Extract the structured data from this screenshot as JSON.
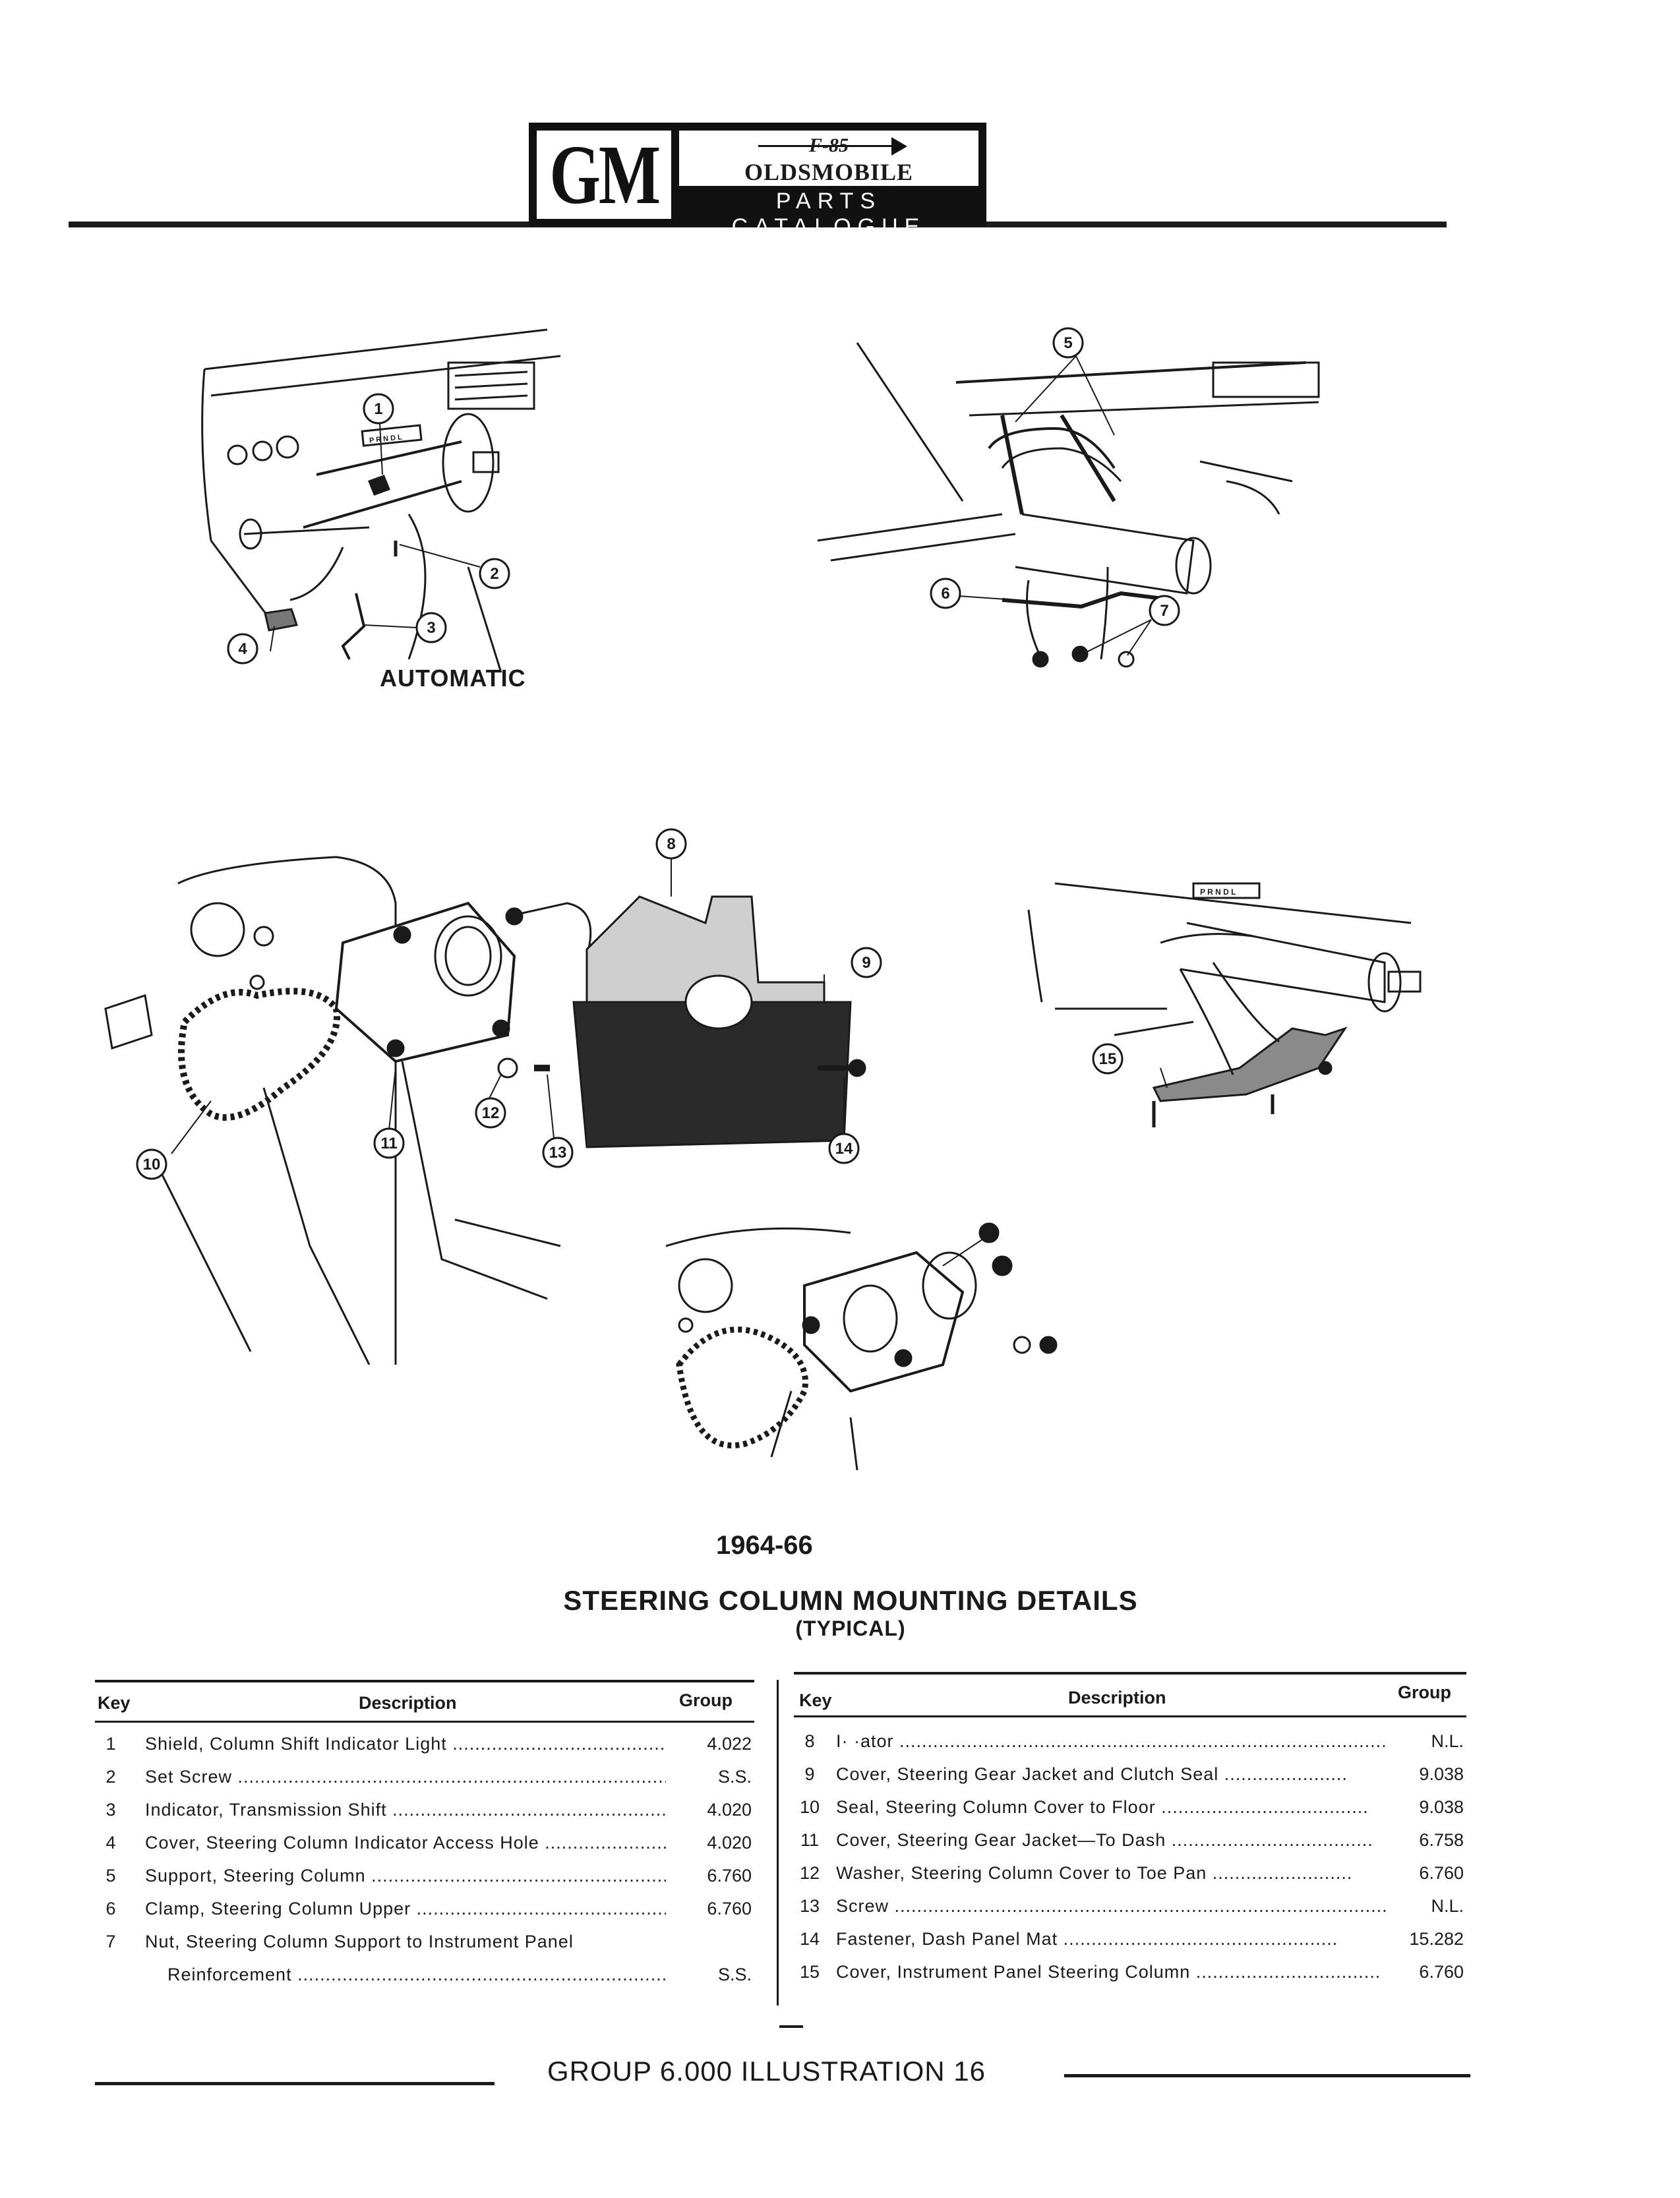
{
  "header": {
    "logo_gm": "GM",
    "logo_model": "F-85",
    "logo_make": "OLDSMOBILE",
    "logo_catalogue": "PARTS CATALOGUE"
  },
  "figures": {
    "automatic_label": "AUTOMATIC",
    "shift_indicator_text": "P R N D L",
    "callouts": [
      "1",
      "2",
      "3",
      "4",
      "5",
      "6",
      "7",
      "8",
      "9",
      "10",
      "11",
      "12",
      "13",
      "14",
      "15"
    ]
  },
  "title": {
    "years": "1964-66",
    "main": "STEERING COLUMN MOUNTING DETAILS",
    "sub": "(TYPICAL)"
  },
  "table_headers": {
    "key": "Key",
    "description": "Description",
    "group": "Group"
  },
  "table_left": [
    {
      "key": "1",
      "desc": "Shield, Column Shift Indicator Light",
      "group": "4.022"
    },
    {
      "key": "2",
      "desc": "Set Screw",
      "group": "S.S."
    },
    {
      "key": "3",
      "desc": "Indicator, Transmission Shift",
      "group": "4.020"
    },
    {
      "key": "4",
      "desc": "Cover, Steering Column Indicator Access Hole",
      "group": "4.020"
    },
    {
      "key": "5",
      "desc": "Support, Steering Column",
      "group": "6.760"
    },
    {
      "key": "6",
      "desc": "Clamp, Steering Column Upper",
      "group": "6.760"
    },
    {
      "key": "7",
      "desc": "Nut, Steering Column Support to Instrument Panel",
      "group": ""
    },
    {
      "key": "",
      "desc": "Reinforcement",
      "group": "S.S."
    }
  ],
  "table_right": [
    {
      "key": "8",
      "desc": "I· ·ator",
      "group": "N.L."
    },
    {
      "key": "9",
      "desc": "Cover, Steering Gear Jacket and Clutch Seal",
      "group": "9.038"
    },
    {
      "key": "10",
      "desc": "Seal, Steering Column Cover to Floor",
      "group": "9.038"
    },
    {
      "key": "11",
      "desc": "Cover, Steering Gear Jacket—To Dash",
      "group": "6.758"
    },
    {
      "key": "12",
      "desc": "Washer, Steering Column Cover to Toe Pan",
      "group": "6.760"
    },
    {
      "key": "13",
      "desc": "Screw",
      "group": "N.L."
    },
    {
      "key": "14",
      "desc": "Fastener, Dash Panel Mat",
      "group": "15.282"
    },
    {
      "key": "15",
      "desc": "Cover, Instrument Panel Steering Column",
      "group": "6.760"
    }
  ],
  "footer": {
    "text": "GROUP 6.000 ILLUSTRATION 16"
  }
}
